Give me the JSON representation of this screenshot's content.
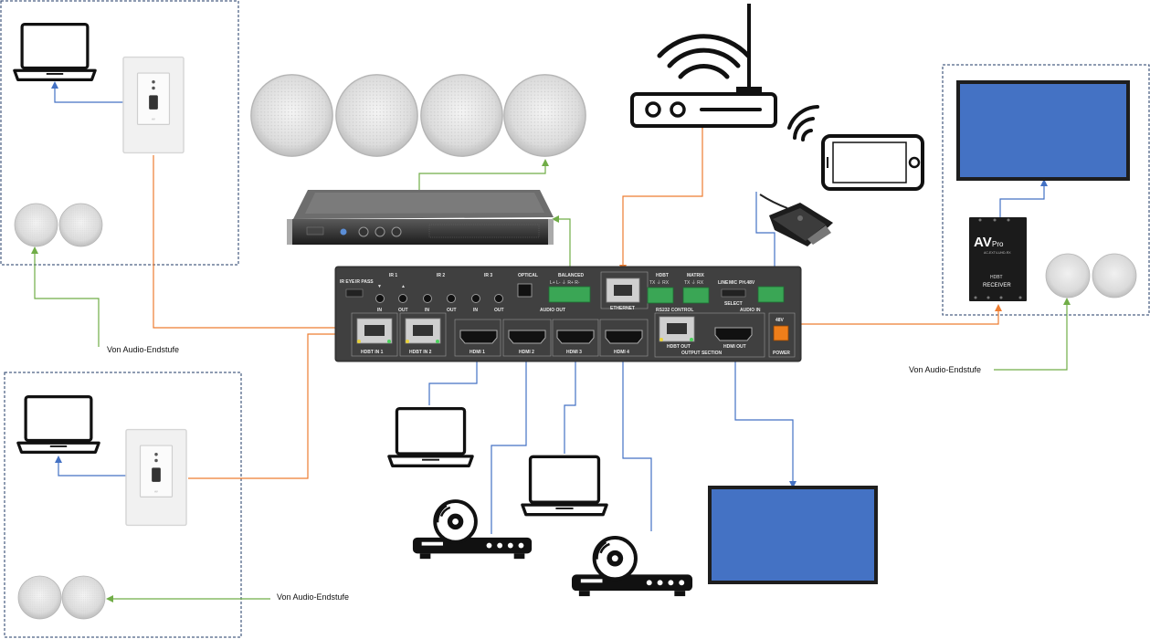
{
  "labels": {
    "von_top_left": "Von Audio-Endstufe",
    "von_right": "Von Audio-Endstufe",
    "von_bottom": "Von Audio-Endstufe"
  },
  "panel": {
    "ir_eye": "IR EYE",
    "ir_pass": "IR PASS",
    "ir1": "IR 1",
    "ir2": "IR 2",
    "ir3": "IR 3",
    "in": "IN",
    "out": "OUT",
    "optical": "OPTICAL",
    "balanced": "BALANCED",
    "audio_out": "AUDIO OUT",
    "lr": "L+ L- ⏚ R+ R-",
    "ethernet": "ETHERNET",
    "hdbt": "HDBT",
    "matrix": "MATRIX",
    "txrx": "TX ⏚ RX",
    "rs232": "RS232 CONTROL",
    "line": "LINE",
    "mic": "MIC",
    "ph48": "PH.48V",
    "select": "SELECT",
    "audio_in": "AUDIO IN",
    "hdbt_in1": "HDBT IN 1",
    "hdbt_in2": "HDBT IN 2",
    "hdmi1": "HDMI 1",
    "hdmi2": "HDMI 2",
    "hdmi3": "HDMI 3",
    "hdmi4": "HDMI 4",
    "hdbt_out": "HDBT OUT",
    "hdmi_out": "HDMI OUT",
    "output_section": "OUTPUT SECTION",
    "v48": "48V",
    "power": "POWER"
  },
  "receiver": {
    "brand_av": "AV",
    "brand_pro": "Pro",
    "model": "AC-EXT4-UHD-RX",
    "hdbt": "HDBT",
    "name": "RECEIVER"
  },
  "colors": {
    "video": "#4472C4",
    "audio": "#70AD47",
    "network": "#ED7D31",
    "display": "#4472C4",
    "dashed": "#1f3864",
    "device": "#333333"
  },
  "icons": [
    "laptop-icon",
    "wall-plate-icon",
    "ceiling-speaker-icon",
    "amplifier-icon",
    "router-icon",
    "smartphone-icon",
    "microphone-icon",
    "matrix-switcher-icon",
    "display-icon",
    "hdbaset-receiver-icon",
    "media-player-icon"
  ]
}
